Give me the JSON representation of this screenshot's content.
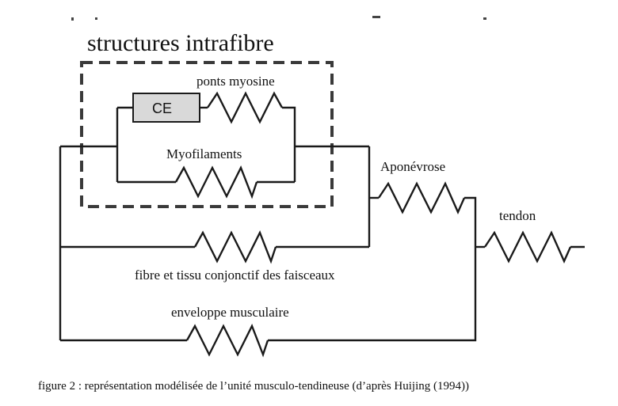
{
  "title": "structures intrafibre",
  "labels": {
    "ce": "CE",
    "ponts_myosine": "ponts myosine",
    "myofilaments": "Myofilaments",
    "aponevrose": "Aponévrose",
    "tendon": "tendon",
    "fibre_tissu": "fibre et tissu conjonctif des faisceaux",
    "enveloppe": "enveloppe musculaire"
  },
  "caption": "figure 2 : représentation modélisée de l’unité musculo-tendineuse (d’après Huijing (1994))",
  "colors": {
    "line": "#1a1a1a",
    "dashed_box": "#3a3a3a",
    "ce_fill": "#d9d9d9"
  }
}
